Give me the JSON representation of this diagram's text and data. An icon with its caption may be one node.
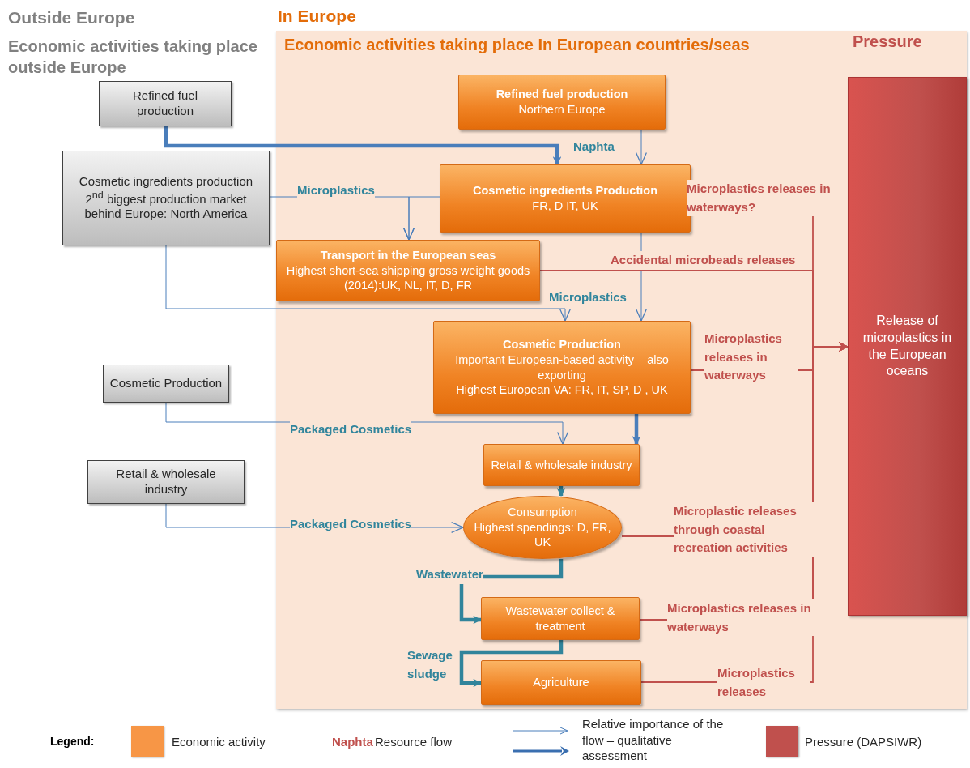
{
  "diagram": {
    "nodes": [
      {
        "text": [
          "In Europe",
          "Economic activities taking place In European countries/seas"
        ]
      },
      {
        "text": [
          "Refined fuel production"
        ]
      },
      {
        "text": [
          "Cosmetic ingredients production",
          "2$^{nd}$ biggest production market behind Europe: North America"
        ]
      },
      {
        "text": [
          "Cosmetic Production"
        ]
      },
      {
        "text": [
          "Retail & wholesale industry"
        ]
      },
      {
        "text": [
          "Refined fuel production",
          "Northern Europe"
        ],
        "in": 0
      },
      {
        "text": [
          "Cosmetic ingredients  Production",
          "FR, D IT, UK"
        ],
        "in": 0
      },
      {
        "text": [
          "Transport  in the European seas",
          "Highest short-sea shipping gross weight goods (2014):UK, NL, IT,  D, FR"
        ],
        "in": 0
      },
      {
        "text": [
          "Cosmetic Production",
          "Important European-based activity – also exporting",
          "Highest European VA: FR, IT, SP, D , UK"
        ],
        "in": 0
      },
      {
        "text": [
          "Retail & wholesale industry"
        ],
        "in": 0
      },
      {
        "text": [
          "Consumption",
          "Highest spendings: D, FR,  UK"
        ],
        "in": 0
      },
      {
        "text": [
          "Wastewater collect & treatment"
        ],
        "in": 0
      },
      {
        "text": [
          "Agriculture"
        ],
        "in": 0
      },
      {
        "text": [
          "Release of microplastics in the European oceans"
        ],
        "in": 0
      }
    ],
    "edges": [
      {
        "from": 1,
        "to": 6,
        "arrow": "to",
        "label": "Naphta",
        "style": "thick"
      },
      {
        "from": 5,
        "to": 6,
        "arrow": "to"
      },
      {
        "from": 2,
        "to": 7,
        "arrow": "to",
        "label": "Microplastics"
      },
      {
        "from": 6,
        "to": 7,
        "arrow": "to"
      },
      {
        "from": 6,
        "to": 8,
        "arrow": "to"
      },
      {
        "from": 2,
        "to": 8,
        "arrow": "to",
        "label": "Microplastics"
      },
      {
        "from": 8,
        "to": 9,
        "arrow": "to",
        "style": "thick"
      },
      {
        "from": 3,
        "to": 9,
        "arrow": "to",
        "label": "Packaged Cosmetics"
      },
      {
        "from": 9,
        "to": 10,
        "arrow": "to",
        "style": "thick",
        "color": "#31849b"
      },
      {
        "from": 4,
        "to": 10,
        "arrow": "to",
        "label": "Packaged Cosmetics"
      },
      {
        "from": 10,
        "to": 11,
        "arrow": "to",
        "label": "Wastewater",
        "style": "thick",
        "color": "#31849b"
      },
      {
        "from": 11,
        "to": 12,
        "arrow": "to",
        "label": "Sewage sludge",
        "style": "thick",
        "color": "#31849b"
      },
      {
        "from": 6,
        "to": 13,
        "arrow": "to",
        "label": "Microplastics releases in waterways?",
        "color": "#c0504d"
      },
      {
        "from": 7,
        "to": 13,
        "arrow": "to",
        "label": "Accidental microbeads releases",
        "color": "#c0504d"
      },
      {
        "from": 8,
        "to": 13,
        "arrow": "to",
        "label": "Microplastics releases in waterways",
        "color": "#c0504d"
      },
      {
        "from": 10,
        "to": 13,
        "arrow": "to",
        "label": "Microplastic releases through coastal recreation activities",
        "color": "#c0504d"
      },
      {
        "from": 11,
        "to": 13,
        "arrow": "to",
        "label": "Microplastics releases in waterways",
        "color": "#c0504d"
      },
      {
        "from": 12,
        "to": 13,
        "arrow": "to",
        "label": "Microplastics releases",
        "color": "#c0504d"
      }
    ],
    "labels": [
      "Outside Europe",
      "Economic activities taking place outside Europe",
      "Pressure",
      "Legend:",
      "Naphta"
    ],
    "legend": [
      {
        "text": "Economic activity",
        "color": "#f79646"
      },
      {
        "text": "Resource flow"
      },
      {
        "text": "Relative importance of the flow – qualitative assessment"
      },
      {
        "text": "Pressure (DAPSIWR)",
        "color": "#c0504d"
      }
    ]
  }
}
